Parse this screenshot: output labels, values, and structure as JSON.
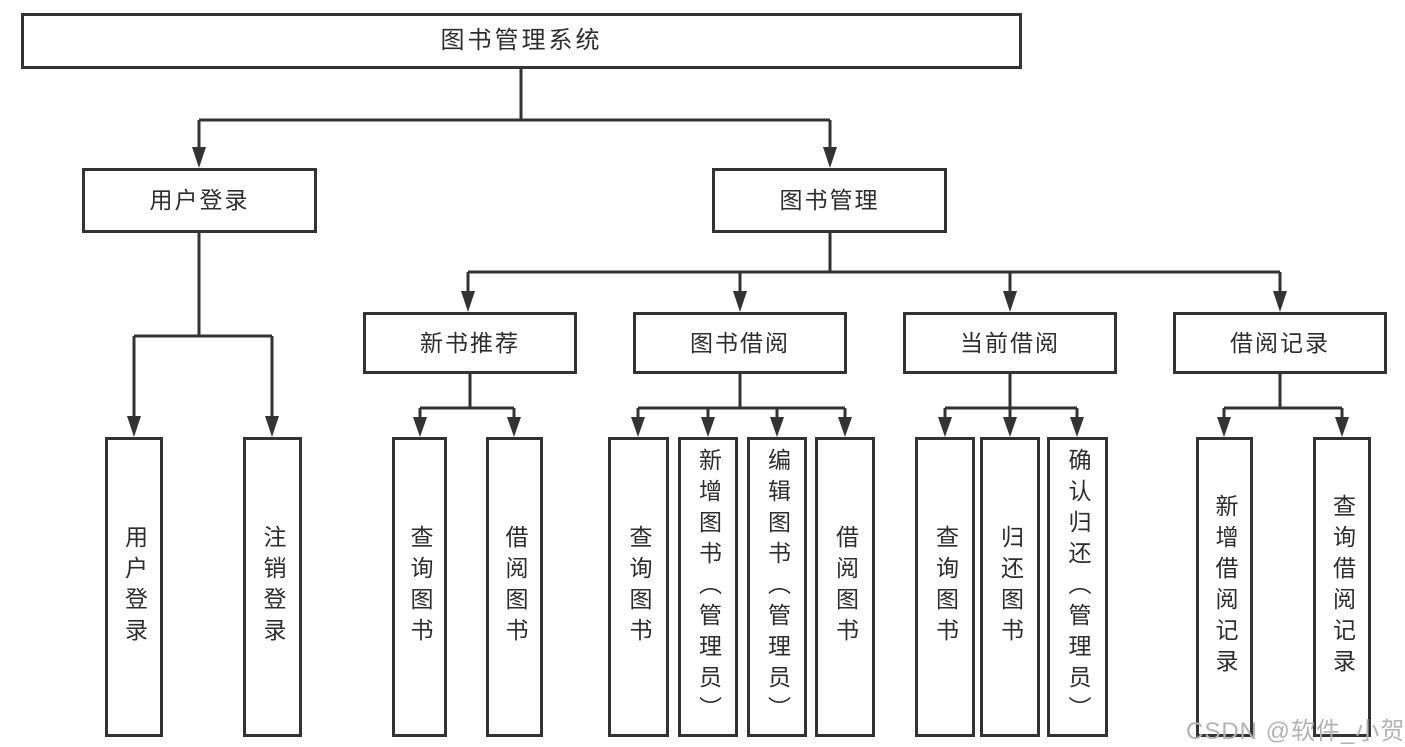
{
  "tree": {
    "root": {
      "label": "图书管理系统"
    },
    "branches": [
      {
        "label": "用户登录",
        "children": [
          {
            "label": "用户登录"
          },
          {
            "label": "注销登录"
          }
        ]
      },
      {
        "label": "图书管理",
        "children": [
          {
            "label": "新书推荐",
            "children": [
              {
                "label": "查询图书"
              },
              {
                "label": "借阅图书"
              }
            ]
          },
          {
            "label": "图书借阅",
            "children": [
              {
                "label": "查询图书"
              },
              {
                "label": "新增图书（管理员）"
              },
              {
                "label": "编辑图书（管理员）"
              },
              {
                "label": "借阅图书"
              }
            ]
          },
          {
            "label": "当前借阅",
            "children": [
              {
                "label": "查询图书"
              },
              {
                "label": "归还图书"
              },
              {
                "label": "确认归还（管理员）"
              }
            ]
          },
          {
            "label": "借阅记录",
            "children": [
              {
                "label": "新增借阅记录"
              },
              {
                "label": "查询借阅记录"
              }
            ]
          }
        ]
      }
    ]
  },
  "watermark": {
    "text": "CSDN @软件_小贺同学"
  },
  "colors": {
    "line": "#333333",
    "text": "#2d2d2d",
    "box_background": "#ffffff",
    "watermark": "#b3b3b3"
  }
}
